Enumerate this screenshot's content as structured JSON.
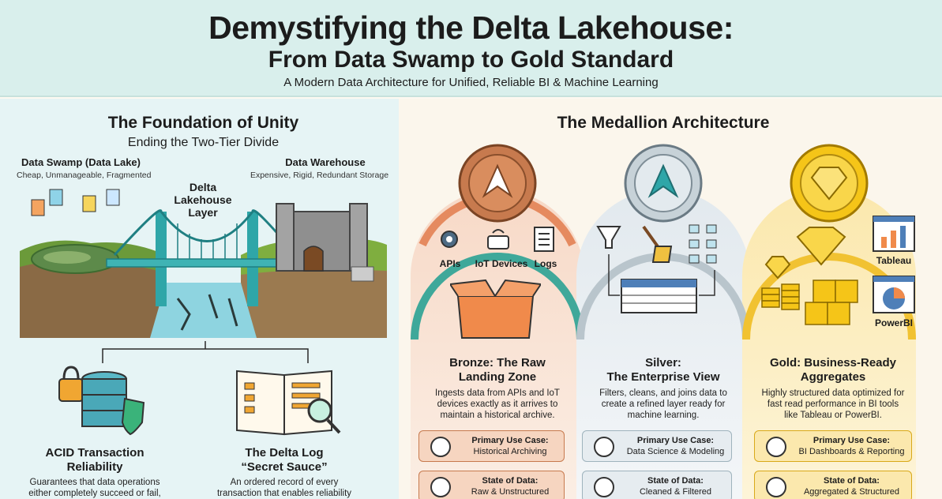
{
  "header": {
    "title": "Demystifying the Delta Lakehouse:",
    "subtitle": "From Data Swamp to Gold Standard",
    "tagline": "A Modern Data Architecture for Unified, Reliable BI & Machine Learning"
  },
  "foundation": {
    "title": "The Foundation of Unity",
    "subtitle": "Ending the Two-Tier Divide",
    "swamp_title": "Data Swamp (Data Lake)",
    "swamp_desc": "Cheap, Unmanageable, Fragmented",
    "warehouse_title": "Data Warehouse",
    "warehouse_desc": "Expensive, Rigid, Redundant Storage",
    "bridge_label_1": "Delta",
    "bridge_label_2": "Lakehouse",
    "bridge_label_3": "Layer",
    "acid_title_1": "ACID Transaction",
    "acid_title_2": "Reliability",
    "acid_desc_1": "Guarantees that data operations",
    "acid_desc_2": "either completely succeed or fail,",
    "log_title_1": "The Delta Log",
    "log_title_2": "“Secret Sauce”",
    "log_desc_1": "An ordered record of every",
    "log_desc_2": "transaction that enables reliability"
  },
  "medallion": {
    "title": "The Medallion Architecture",
    "bronze": {
      "sources": [
        "APIs",
        "IoT Devices",
        "Logs"
      ],
      "title_1": "Bronze: The Raw",
      "title_2": "Landing Zone",
      "desc_1": "Ingests data from APIs and IoT",
      "desc_2": "devices exactly as it arrives to",
      "desc_3": "maintain a historical archive.",
      "use_label": "Primary Use Case:",
      "use_value": "Historical Archiving",
      "state_label": "State of Data:",
      "state_value": "Raw & Unstructured"
    },
    "silver": {
      "title_1": "Silver:",
      "title_2": "The Enterprise View",
      "desc_1": "Filters, cleans, and joins data to",
      "desc_2": "create a refined layer ready for",
      "desc_3": "machine learning.",
      "use_label": "Primary Use Case:",
      "use_value": "Data Science & Modeling",
      "state_label": "State of Data:",
      "state_value": "Cleaned & Filtered"
    },
    "gold": {
      "tools": [
        "Tableau",
        "PowerBI"
      ],
      "title_1": "Gold: Business-Ready",
      "title_2": "Aggregates",
      "desc_1": "Highly structured data optimized for",
      "desc_2": "fast read performance in BI tools",
      "desc_3": "like Tableau or PowerBI.",
      "use_label": "Primary Use Case:",
      "use_value": "BI Dashboards & Reporting",
      "state_label": "State of Data:",
      "state_value": "Aggregated & Structured"
    }
  },
  "colors": {
    "bronze": "#c77a4e",
    "silver": "#9fb3bd",
    "gold": "#f1c232",
    "teal": "#2fa6a8"
  }
}
